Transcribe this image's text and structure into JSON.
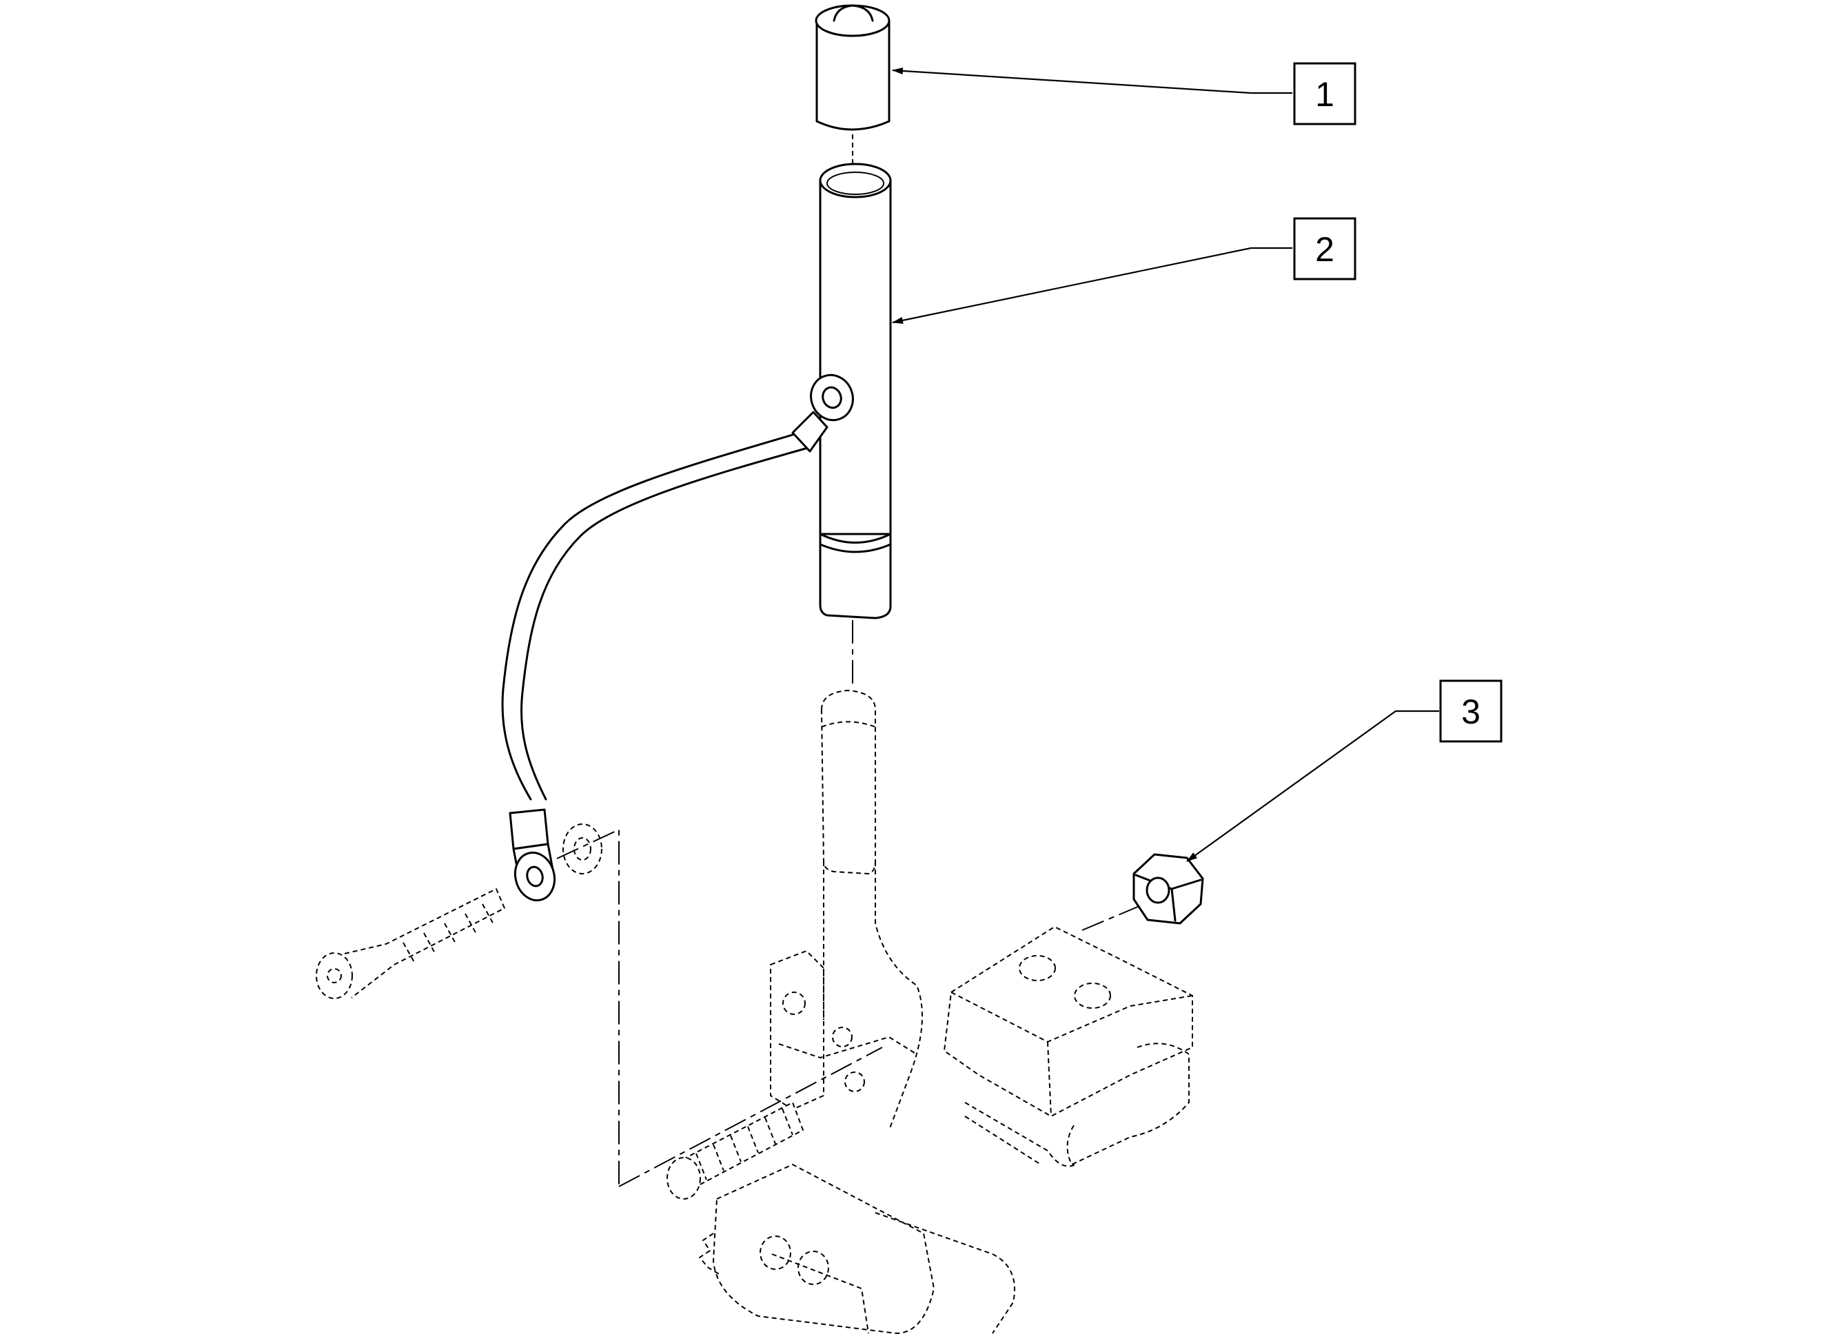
{
  "callouts": [
    {
      "label": "1",
      "part": "end-cap"
    },
    {
      "label": "2",
      "part": "tube-with-cable"
    },
    {
      "label": "3",
      "part": "hex-nut"
    }
  ],
  "colors": {
    "line": "#000000",
    "background": "#ffffff"
  }
}
